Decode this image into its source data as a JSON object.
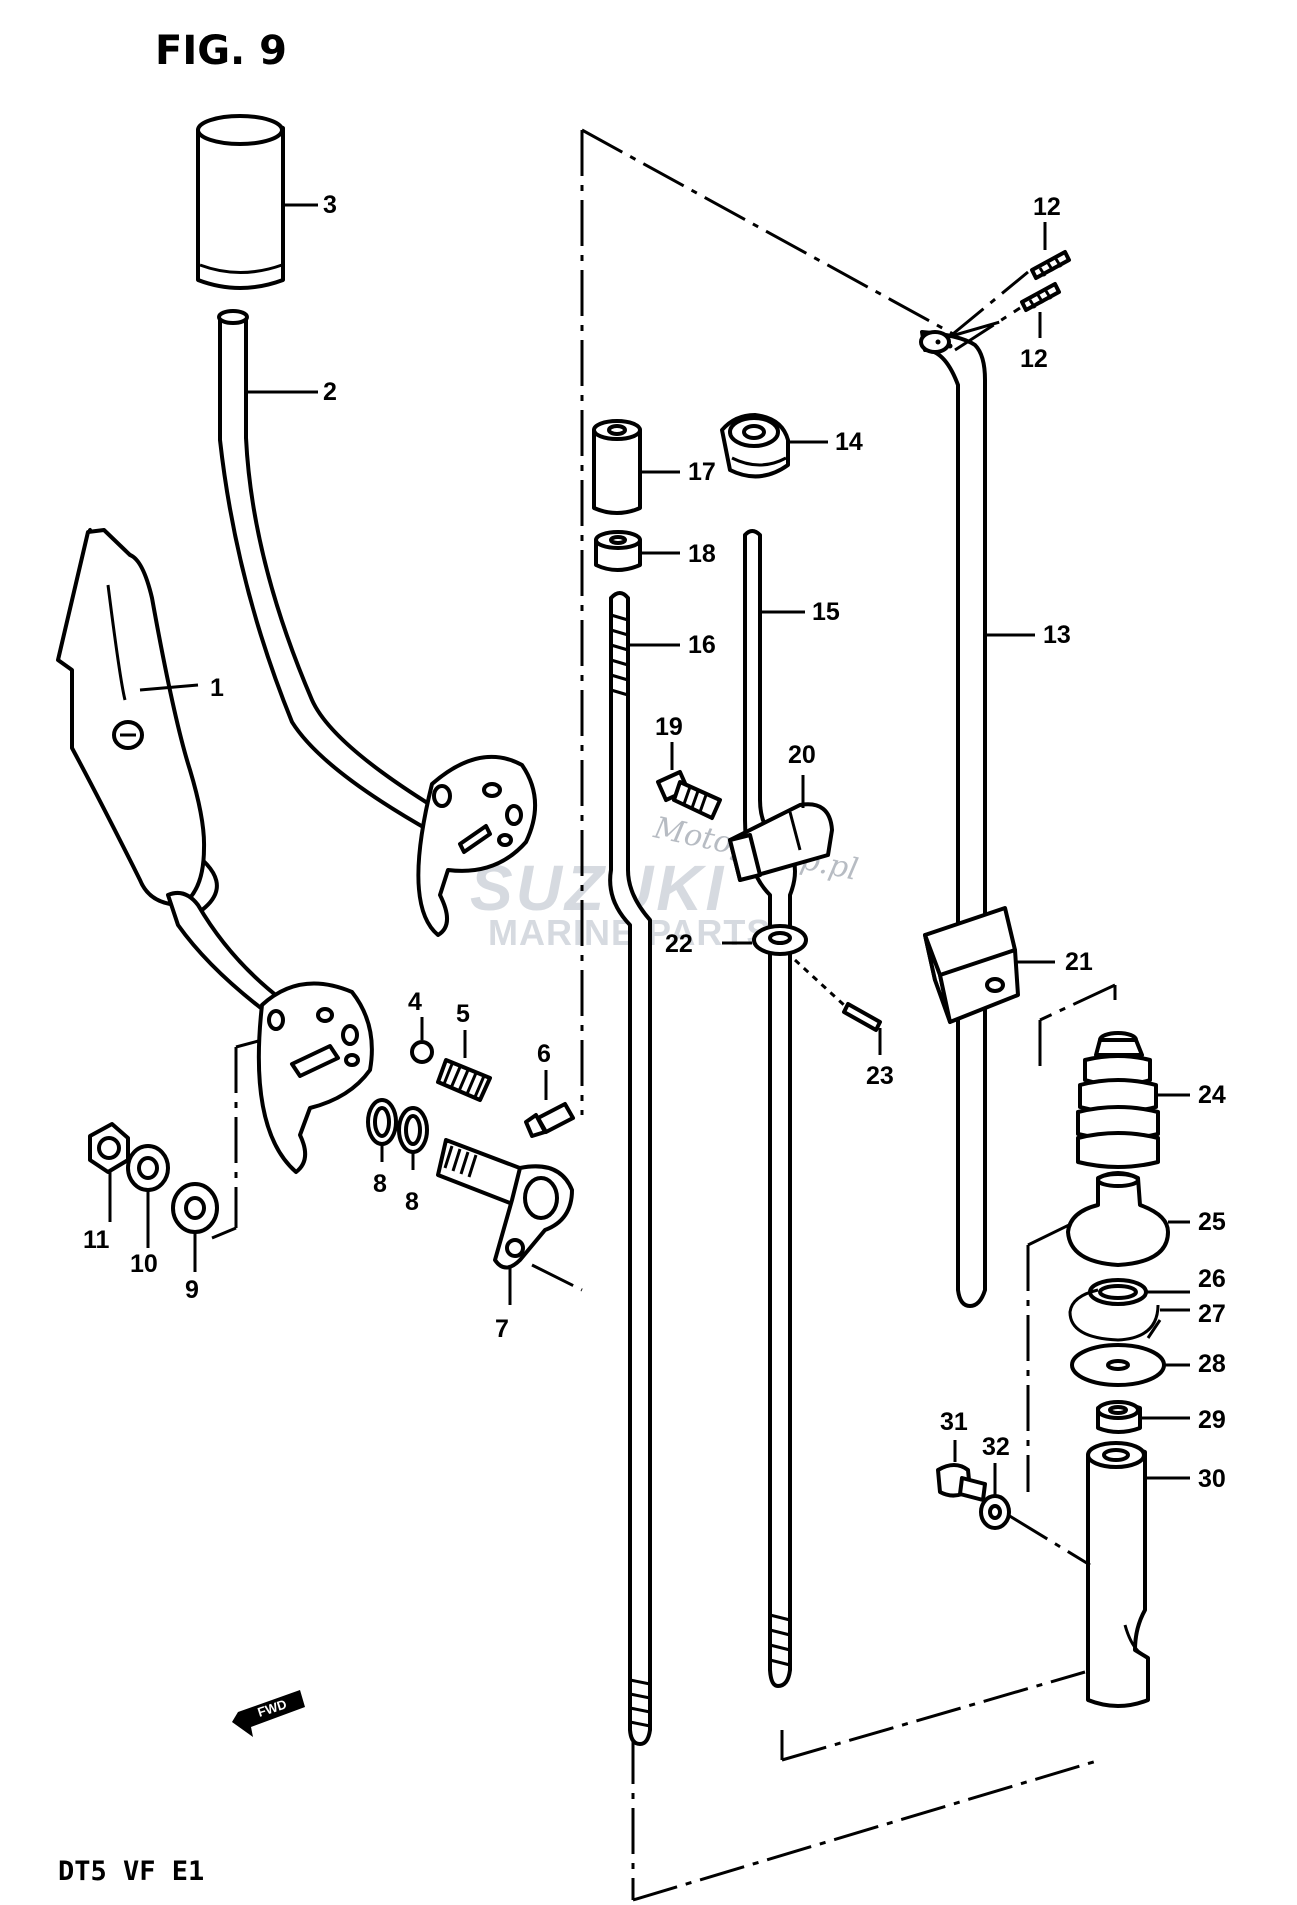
{
  "figure": {
    "title": "FIG. 9",
    "model_code": "DT5  VF  E1",
    "fwd_marker": "FWD"
  },
  "watermark": {
    "line1": "SUZUKI",
    "line2": "MARINE PARTS",
    "site": "Motogroup.pl"
  },
  "callouts": {
    "p1": "1",
    "p2": "2",
    "p3": "3",
    "p4": "4",
    "p5": "5",
    "p6": "6",
    "p7": "7",
    "p8a": "8",
    "p8b": "8",
    "p9": "9",
    "p10": "10",
    "p11": "11",
    "p12a": "12",
    "p12b": "12",
    "p13": "13",
    "p14": "14",
    "p15": "15",
    "p16": "16",
    "p17": "17",
    "p18": "18",
    "p19": "19",
    "p20": "20",
    "p21": "21",
    "p22": "22",
    "p23": "23",
    "p24": "24",
    "p25": "25",
    "p26": "26",
    "p27": "27",
    "p28": "28",
    "p29": "29",
    "p30": "30",
    "p31": "31",
    "p32": "32"
  },
  "colors": {
    "ink": "#000000",
    "paper": "#ffffff",
    "watermark": "#c9ced6"
  }
}
